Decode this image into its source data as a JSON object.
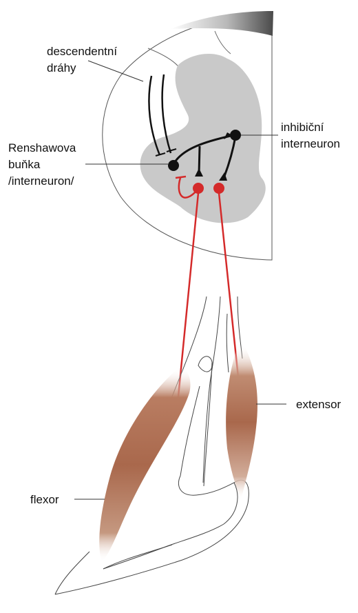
{
  "labels": {
    "descending_line1": "descendentní",
    "descending_line2": "dráhy",
    "inhibitory_line1": "inhibiční",
    "inhibitory_line2": "interneuron",
    "renshaw_line1": "Renshawova",
    "renshaw_line2": "buňka",
    "renshaw_line3": "/interneuron/",
    "extensor": "extensor",
    "flexor": "flexor"
  },
  "colors": {
    "motor_neuron": "#d42a2a",
    "gray_matter": "#c9c9c9",
    "interneuron": "#111111",
    "muscle_center": "#a96a4d",
    "outline": "#333333"
  }
}
